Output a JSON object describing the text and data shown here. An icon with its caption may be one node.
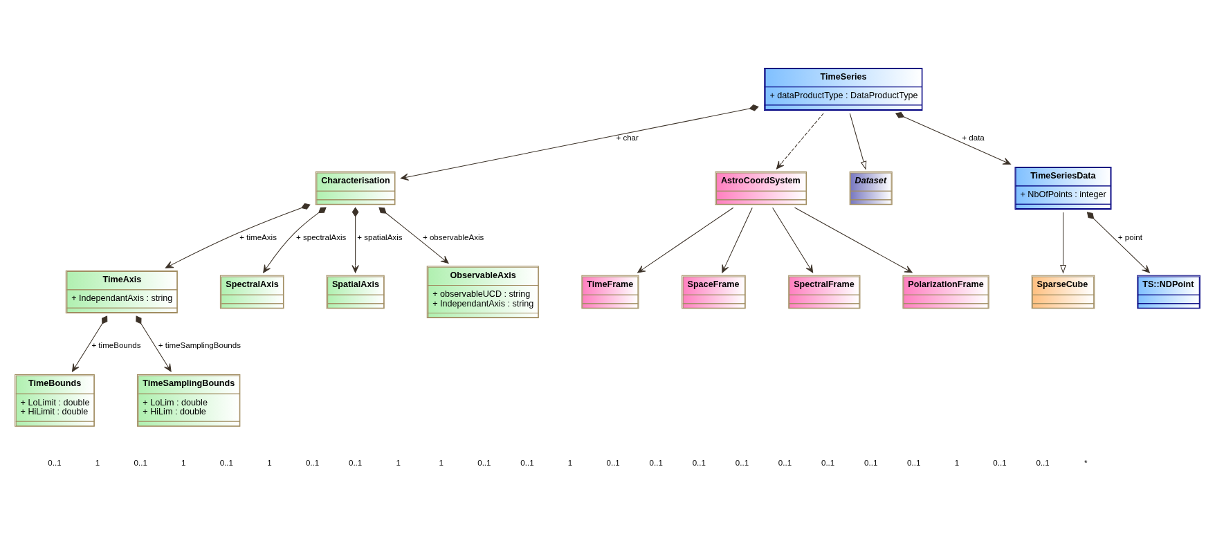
{
  "diagram": {
    "nodes": [
      {
        "text": [
          "TimeBounds",
          "+ LoLimit : double",
          "+ HiLimit : double"
        ]
      },
      {
        "text": [
          "TimeAxis",
          "+ IndependantAxis : string"
        ]
      },
      {
        "text": [
          "SpectralAxis"
        ]
      },
      {
        "text": [
          "SpatialAxis"
        ]
      },
      {
        "text": [
          "ObservableAxis",
          "+ observableUCD : string",
          "+ IndependantAxis : string"
        ]
      },
      {
        "text": [
          "TimeSamplingBounds",
          "+ LoLim : double",
          "+ HiLim : double"
        ]
      },
      {
        "text": [
          "Characterisation"
        ]
      },
      {
        "text": [
          "TimeFrame"
        ]
      },
      {
        "text": [
          "AstroCoordSystem"
        ]
      },
      {
        "text": [
          "TimeSeries",
          "+ dataProductType : DataProductType"
        ]
      },
      {
        "text": [
          "Dataset"
        ]
      },
      {
        "text": [
          "SpaceFrame"
        ]
      },
      {
        "text": [
          "SpectralFrame"
        ]
      },
      {
        "text": [
          "PolarizationFrame"
        ]
      },
      {
        "text": [
          "TimeSeriesData",
          "+ NbOfPoints : integer"
        ]
      },
      {
        "text": [
          "SparseCube"
        ]
      },
      {
        "text": [
          "TS::NDPoint"
        ]
      }
    ],
    "edges": [
      {
        "from": 1,
        "to": 0,
        "arrow": "to",
        "label": "+ timeBounds"
      },
      {
        "from": 1,
        "to": 5,
        "arrow": "to",
        "label": "+ timeSamplingBounds"
      },
      {
        "from": 6,
        "to": 2,
        "arrow": "to",
        "label": "+ spectralAxis"
      },
      {
        "from": 6,
        "to": 3,
        "arrow": "to",
        "label": "+ spatialAxis"
      },
      {
        "from": 6,
        "to": 1,
        "arrow": "to",
        "label": "+ timeAxis"
      },
      {
        "from": 6,
        "to": 4,
        "arrow": "to",
        "label": "+ observableAxis"
      },
      {
        "from": 9,
        "to": 6,
        "arrow": "to",
        "label": "+ char"
      },
      {
        "from": 8,
        "to": 7,
        "arrow": "to"
      },
      {
        "from": 9,
        "to": 8,
        "arrow": "to",
        "style": "dashed"
      },
      {
        "from": 9,
        "to": 10,
        "arrow": "to"
      },
      {
        "from": 8,
        "to": 11,
        "arrow": "to"
      },
      {
        "from": 8,
        "to": 12,
        "arrow": "to"
      },
      {
        "from": 8,
        "to": 13,
        "arrow": "to"
      },
      {
        "from": 9,
        "to": 14,
        "arrow": "to",
        "label": "+ data"
      },
      {
        "from": 14,
        "to": 15,
        "arrow": "to"
      },
      {
        "from": 14,
        "to": 16,
        "arrow": "to",
        "label": "+ point"
      }
    ],
    "labels": [
      "0..1",
      "1",
      "0..1",
      "1",
      "0..1",
      "1",
      "0..1",
      "0..1",
      "1",
      "1",
      "0..1",
      "0..1",
      "1",
      "0..1",
      "0..1",
      "0..1",
      "0..1",
      "0..1",
      "0..1",
      "0..1",
      "0..1",
      "1",
      "0..1",
      "0..1",
      "*"
    ]
  }
}
